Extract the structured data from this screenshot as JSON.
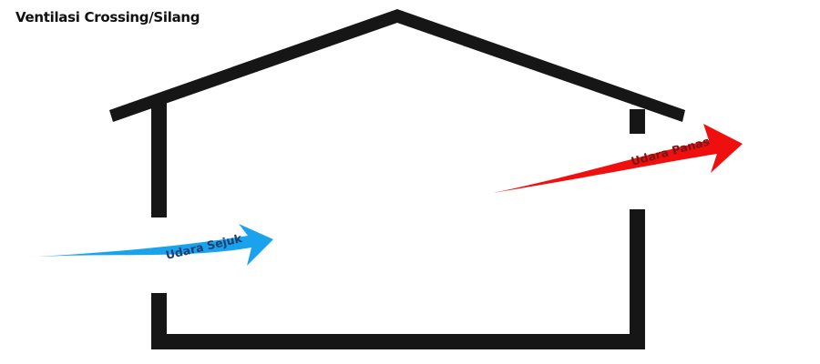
{
  "title": "Ventilasi Crossing/Silang",
  "arrows": {
    "cool": {
      "label": "Udara Sejuk",
      "color": "#1aa3ec",
      "label_color": "#1c3f72"
    },
    "hot": {
      "label": "Udara Panas",
      "color": "#ef0f0f",
      "label_color": "#7a1414"
    }
  },
  "house": {
    "color": "#161616"
  }
}
